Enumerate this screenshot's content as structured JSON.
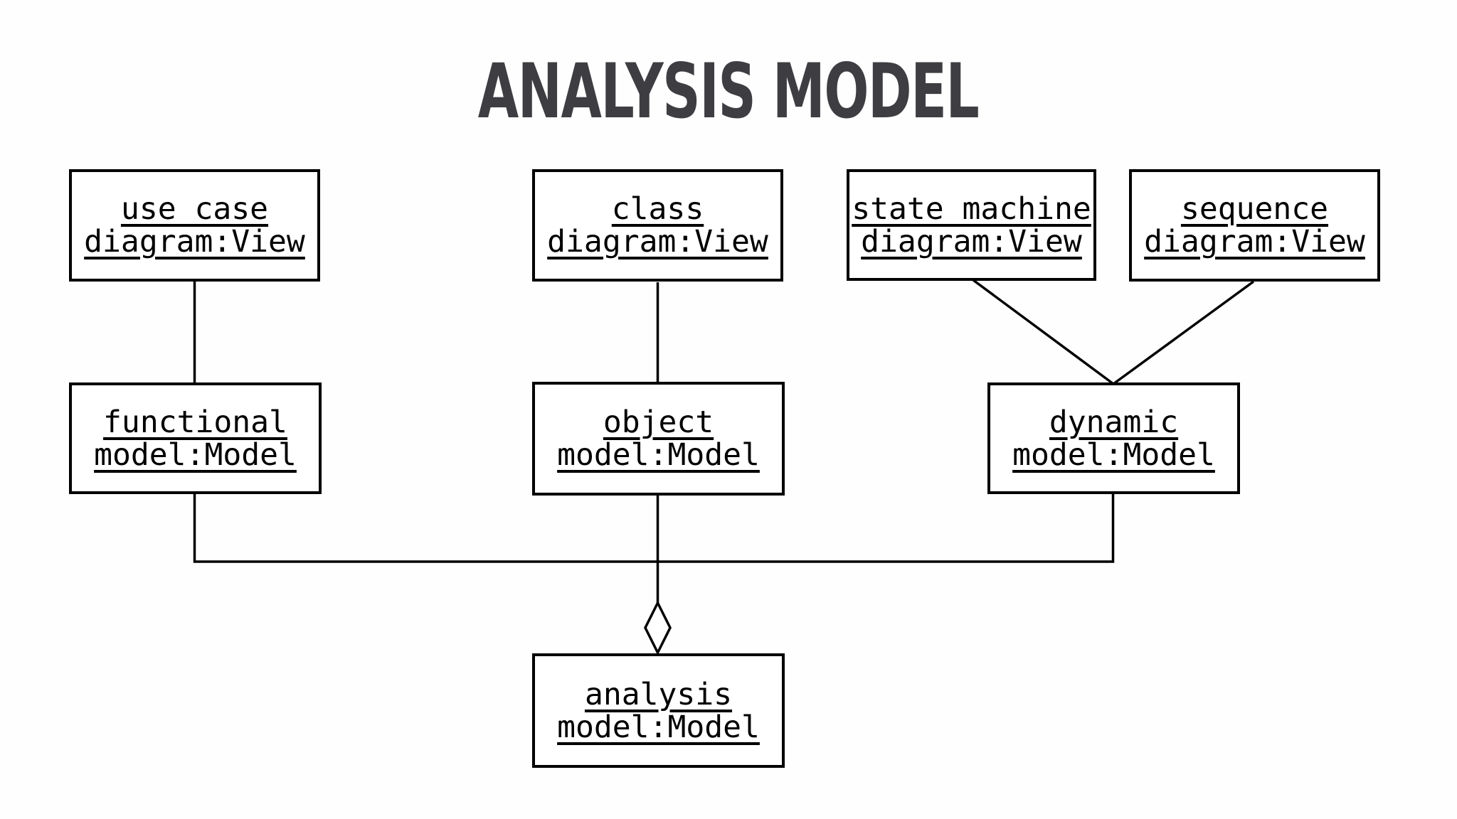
{
  "title": "ANALYSIS MODEL",
  "diagram": {
    "type": "uml-object-diagram",
    "nodes": [
      {
        "id": "use-case-view",
        "line1": "use case",
        "line2": "diagram:View"
      },
      {
        "id": "class-view",
        "line1": "class",
        "line2": "diagram:View"
      },
      {
        "id": "state-machine-view",
        "line1": "state machine",
        "line2": "diagram:View"
      },
      {
        "id": "sequence-view",
        "line1": "sequence",
        "line2": "diagram:View"
      },
      {
        "id": "functional-model",
        "line1": "functional",
        "line2": "model:Model"
      },
      {
        "id": "object-model",
        "line1": "object",
        "line2": "model:Model"
      },
      {
        "id": "dynamic-model",
        "line1": "dynamic",
        "line2": "model:Model"
      },
      {
        "id": "analysis-model",
        "line1": "analysis",
        "line2": "model:Model"
      }
    ],
    "edges": [
      {
        "from": "use case diagram:View",
        "to": "functional model:Model",
        "type": "association"
      },
      {
        "from": "class diagram:View",
        "to": "object model:Model",
        "type": "association"
      },
      {
        "from": "state machine diagram:View",
        "to": "dynamic model:Model",
        "type": "association"
      },
      {
        "from": "sequence diagram:View",
        "to": "dynamic model:Model",
        "type": "association"
      },
      {
        "from": "functional model:Model",
        "to": "analysis model:Model",
        "type": "aggregation"
      },
      {
        "from": "object model:Model",
        "to": "analysis model:Model",
        "type": "aggregation"
      },
      {
        "from": "dynamic model:Model",
        "to": "analysis model:Model",
        "type": "aggregation"
      }
    ],
    "colors": {
      "background": "#fefefe",
      "box_fill": "#ffffff",
      "box_border": "#000000",
      "line": "#000000",
      "text": "#000000",
      "title": "#3d3d42"
    }
  }
}
